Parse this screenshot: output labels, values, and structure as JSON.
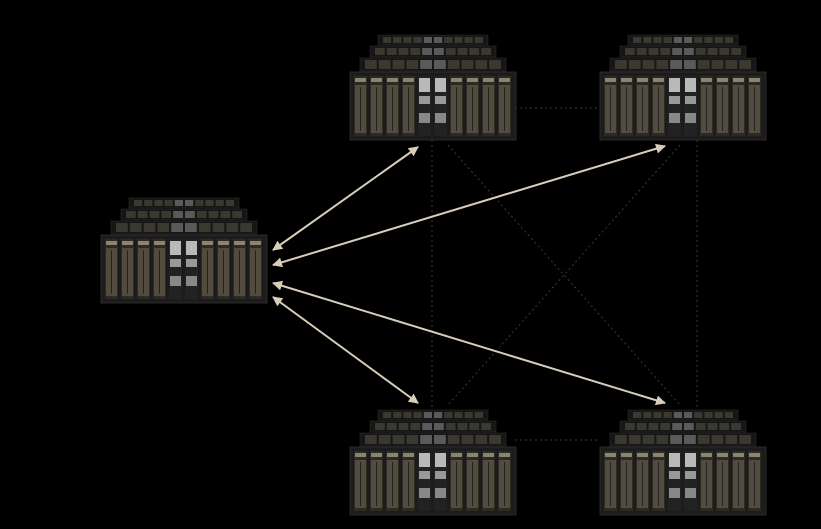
{
  "colors": {
    "background": "#000000",
    "arrow": "#d8cdbb",
    "dotted_link": "#3a3a3a",
    "rack_body": "#1c1c1c",
    "rack_module": "#6b6450",
    "rack_center": "#b9b9b9"
  },
  "nodes": [
    {
      "id": "server-left"
    },
    {
      "id": "server-top-left"
    },
    {
      "id": "server-top-right"
    },
    {
      "id": "server-bottom-left"
    },
    {
      "id": "server-bottom-right"
    }
  ]
}
